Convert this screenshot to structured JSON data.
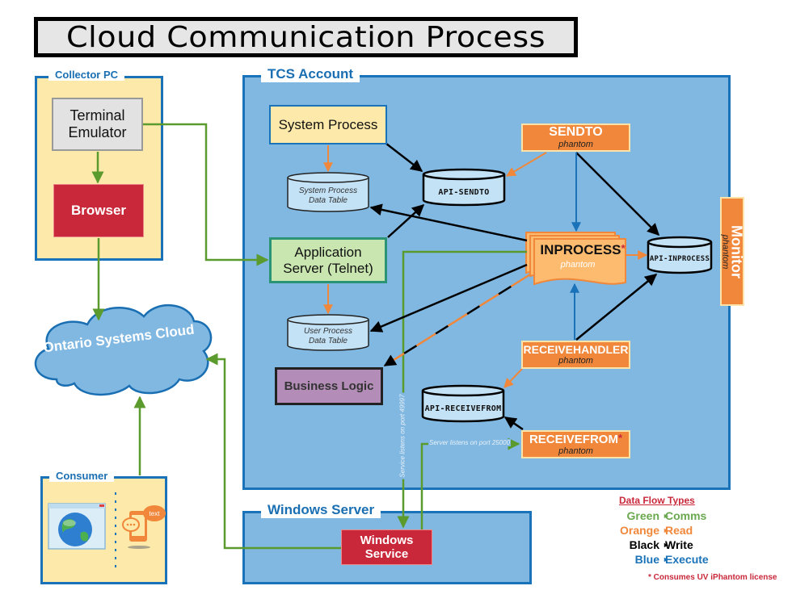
{
  "title": "Cloud Communication Process",
  "colors": {
    "comms": "#5b9a2c",
    "read": "#f0873a",
    "write": "#000000",
    "execute": "#1a73b8",
    "container_border": "#1a73b8",
    "container_fill": "#80b8e2",
    "pc_fill": "#fde9a9",
    "accent_red": "#c9283a"
  },
  "containers": {
    "collector_pc": "Collector PC",
    "tcs_account": "TCS Account",
    "consumer": "Consumer",
    "windows_server": "Windows Server"
  },
  "nodes": {
    "terminal_emulator": "Terminal Emulator",
    "browser": "Browser",
    "cloud": "Ontario Systems  Cloud",
    "system_process": "System Process",
    "system_process_table_l1": "System Process",
    "system_process_table_l2": "Data Table",
    "application_server_l1": "Application",
    "application_server_l2": "Server (Telnet)",
    "user_process_table_l1": "User Process",
    "user_process_table_l2": "Data Table",
    "business_logic": "Business Logic",
    "api_sendto": "API-SENDTO",
    "api_inprocess": "API-INPROCESS",
    "api_receivefrom": "API-RECEIVEFROM",
    "sendto": "SENDTO",
    "inprocess": "INPROCESS",
    "receivehandler": "RECEIVEHANDLER",
    "receivefrom": "RECEIVEFROM",
    "monitor": "Monitor",
    "phantom": "phantom",
    "license_star": "*",
    "windows_service_l1": "Windows",
    "windows_service_l2": "Service",
    "consumer_sms_text": "text"
  },
  "edge_labels": {
    "port_49997": "Service listens on port 49997",
    "port_25000": "Server listens on port 25000"
  },
  "legend": {
    "title": "Data Flow Types",
    "arrow": "►",
    "rows": [
      {
        "color_name": "Green",
        "meaning": "Comms",
        "hex": "#6aa84f"
      },
      {
        "color_name": "Orange",
        "meaning": "Read",
        "hex": "#f0873a"
      },
      {
        "color_name": "Black",
        "meaning": "Write",
        "hex": "#000000"
      },
      {
        "color_name": "Blue",
        "meaning": "Execute",
        "hex": "#1a73b8"
      }
    ],
    "note": "* Consumes UV iPhantom license"
  }
}
